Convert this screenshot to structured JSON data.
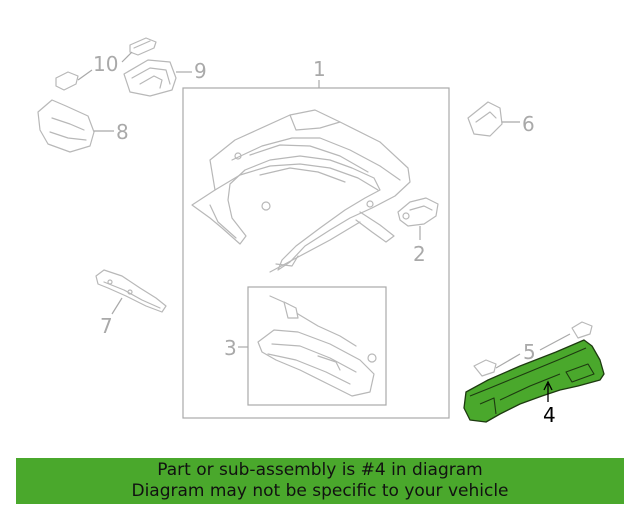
{
  "callouts": {
    "c1": "1",
    "c2": "2",
    "c3": "3",
    "c4": "4",
    "c5": "5",
    "c6": "6",
    "c7": "7",
    "c8": "8",
    "c9": "9",
    "c10": "10"
  },
  "highlight_color": "#4aa82c",
  "banner": {
    "line1": "Part or sub-assembly is #4 in diagram",
    "line2": "Diagram may not be specific to your vehicle"
  }
}
